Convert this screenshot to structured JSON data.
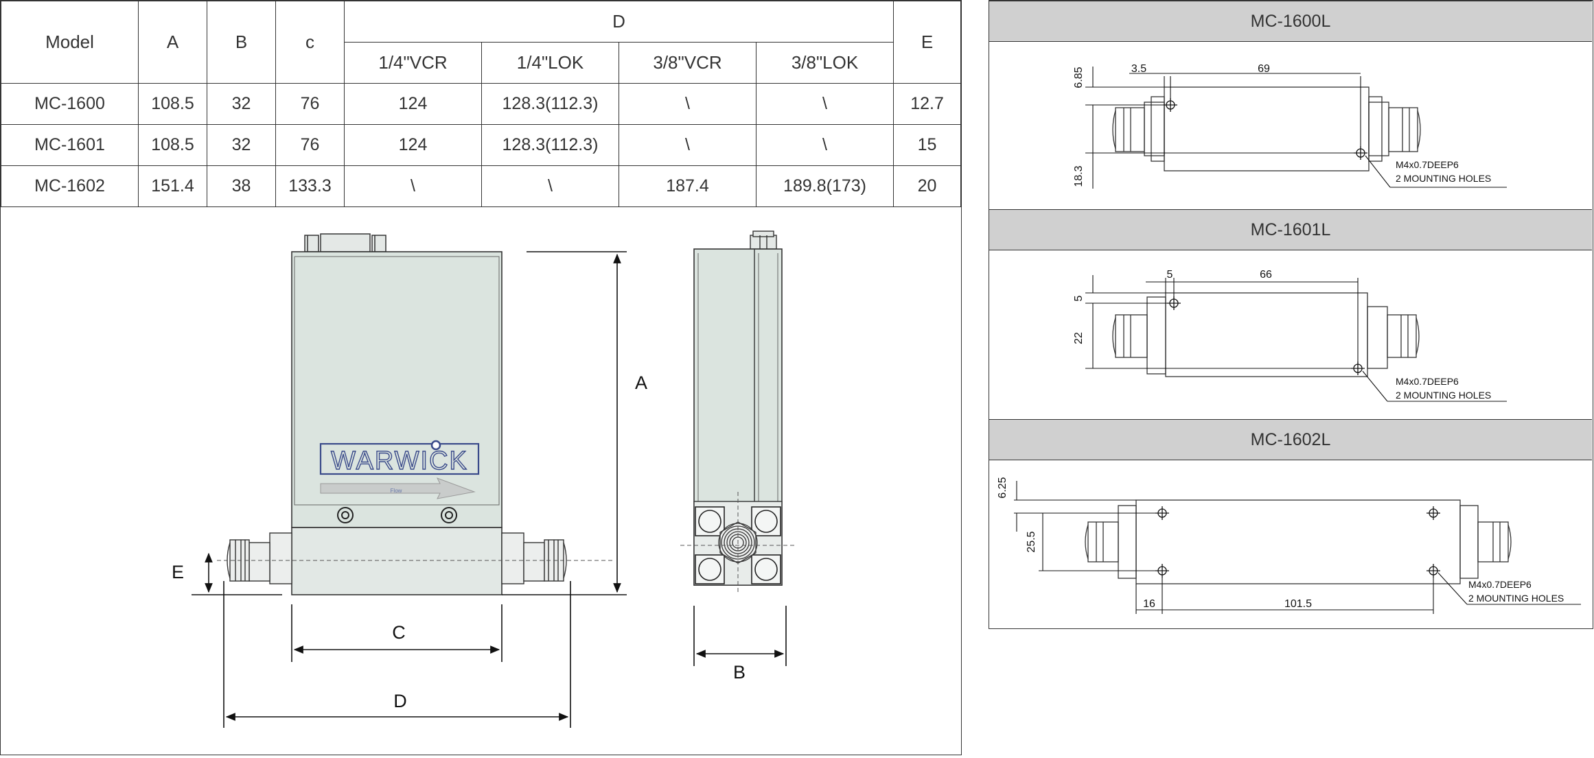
{
  "table": {
    "headers": {
      "model": "Model",
      "a": "A",
      "b": "B",
      "c": "c",
      "d": "D",
      "e": "E",
      "d_sub": [
        "1/4\"VCR",
        "1/4\"LOK",
        "3/8\"VCR",
        "3/8\"LOK"
      ]
    },
    "rows": [
      {
        "model": "MC-1600",
        "a": "108.5",
        "b": "32",
        "c": "76",
        "d1": "124",
        "d2": "128.3(112.3)",
        "d3": "\\",
        "d4": "\\",
        "e": "12.7"
      },
      {
        "model": "MC-1601",
        "a": "108.5",
        "b": "32",
        "c": "76",
        "d1": "124",
        "d2": "128.3(112.3)",
        "d3": "\\",
        "d4": "\\",
        "e": "15"
      },
      {
        "model": "MC-1602",
        "a": "151.4",
        "b": "38",
        "c": "133.3",
        "d1": "\\",
        "d2": "\\",
        "d3": "187.4",
        "d4": "189.8(173)",
        "e": "20"
      }
    ]
  },
  "front_view": {
    "logo": "WARWICK",
    "flow_label": "Flow",
    "dim_a": "A",
    "dim_c": "C",
    "dim_d": "D",
    "dim_e": "E"
  },
  "side_view": {
    "dim_b": "B"
  },
  "mounting": [
    {
      "title": "MC-1600L",
      "dim_top": "6.85",
      "dim_side": "18.3",
      "dim_offset": "3.5",
      "dim_span": "69",
      "hole_spec": "M4x0.7DEEP6",
      "hole_count": "2 MOUNTING HOLES"
    },
    {
      "title": "MC-1601L",
      "dim_top": "5",
      "dim_side": "22",
      "dim_offset": "5",
      "dim_span": "66",
      "hole_spec": "M4x0.7DEEP6",
      "hole_count": "2 MOUNTING HOLES"
    },
    {
      "title": "MC-1602L",
      "dim_top": "6.25",
      "dim_side": "25.5",
      "dim_offset": "16",
      "dim_span": "101.5",
      "hole_spec": "M4x0.7DEEP6",
      "hole_count": "2 MOUNTING HOLES"
    }
  ]
}
